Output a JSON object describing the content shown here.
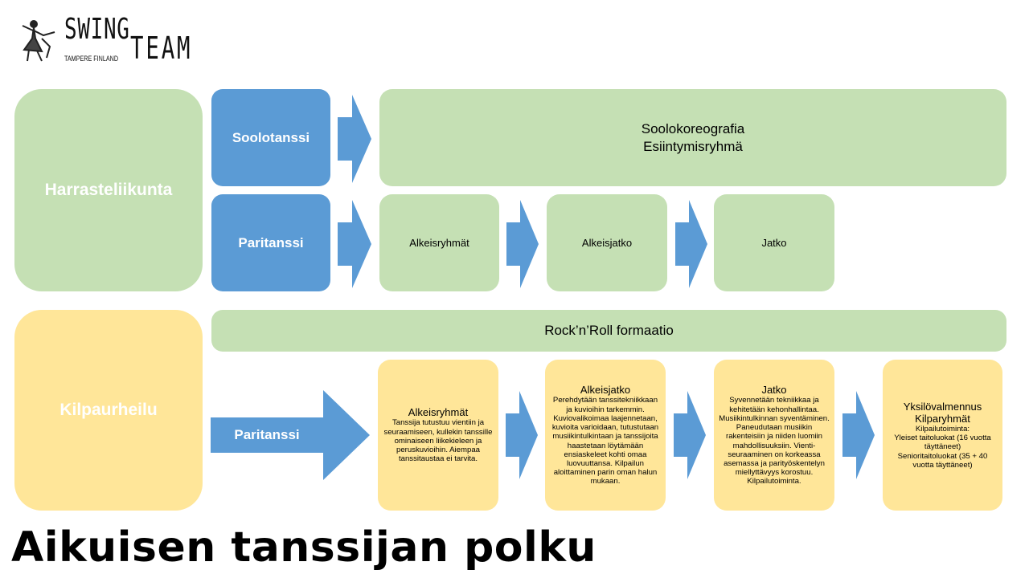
{
  "logo": {
    "wordmark_top": "SWING",
    "wordmark_bottom": "TEAM",
    "location": "TAMPERE FINLAND"
  },
  "title": "Aikuisen tanssijan polku",
  "colors": {
    "green": "#c5e0b4",
    "blue": "#5b9bd5",
    "yellow": "#ffe699"
  },
  "harrasteliikunta": {
    "label": "Harrasteliikunta",
    "soolotanssi": {
      "label": "Soolotanssi",
      "target_line1": "Soolokoreografia",
      "target_line2": "Esiintymisryhmä"
    },
    "paritanssi": {
      "label": "Paritanssi",
      "stages": [
        "Alkeisryhmät",
        "Alkeisjatko",
        "Jatko"
      ]
    }
  },
  "kilpaurheilu": {
    "label": "Kilpaurheilu",
    "formaatio": "Rock’n’Roll formaatio",
    "paritanssi_label": "Paritanssi",
    "stages": [
      {
        "title": "Alkeisryhmät",
        "description": "Tanssija tutustuu vientiin ja seuraamiseen, kullekin tanssille ominaiseen liikekieleen ja peruskuvioihin. Aiempaa tanssitaustaa ei tarvita."
      },
      {
        "title": "Alkeisjatko",
        "description": "Perehdytään tanssitekniikkaan ja kuvioihin tarkemmin. Kuviovalikoimaa laajennetaan, kuvioita varioidaan, tutustutaan musiikintulkintaan ja tanssijoita haastetaan löytämään ensiaskeleet kohti omaa luovuuttansa. Kilpailun aloittaminen parin oman halun mukaan."
      },
      {
        "title": "Jatko",
        "description": "Syvennetään tekniikkaa ja kehitetään kehonhallintaa. Musiikintulkinnan syventäminen. Paneudutaan musiikin rakenteisiin ja niiden luomiin mahdollisuuksiin. Vienti-seuraaminen on korkeassa asemassa ja parityöskentelyn miellyttävyys korostuu. Kilpailutoiminta."
      },
      {
        "title_line1": "Yksilövalmennus",
        "title_line2": "Kilparyhmät",
        "description_lines": [
          "Kilpailutoiminta:",
          "Yleiset taitoluokat (16 vuotta täyttäneet)",
          "Senioritaitoluokat (35 + 40 vuotta täyttäneet)"
        ]
      }
    ]
  }
}
